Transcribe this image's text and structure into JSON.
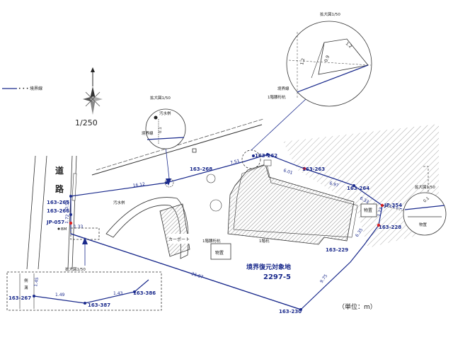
{
  "legend": {
    "label": "境界線"
  },
  "scale": {
    "value": "1/250"
  },
  "units": {
    "text": "（単位：m）"
  },
  "site": {
    "name": "境界復元対象地",
    "lot": "2297-5"
  },
  "road": {
    "line1": "道",
    "line2": "路"
  },
  "insets": {
    "top_right": {
      "title": "拡大図1/50",
      "d1": "1.2",
      "d2": "1.2",
      "d3": "0.9",
      "mark_label": "1階腰桁杭",
      "boundary": "境界線"
    },
    "mid_left": {
      "title": "拡大図1/50",
      "vent": "汚水桝",
      "dim": "0.1",
      "boundary": "境界線"
    },
    "right": {
      "title": "拡大図1/50",
      "dim": "0.1",
      "shed": "物置"
    },
    "bottom_left": {
      "title": "拡大図1/50",
      "gutter1": "側",
      "gutter2": "溝",
      "d1": "1.49",
      "d2": "1.43",
      "d3": "1.45"
    }
  },
  "labels": {
    "carport": "カーポート",
    "shed_center": "物置",
    "shed_right": "物置",
    "vent_left": "汚水桝",
    "grade_mark_left": "1階腰桁杭",
    "grade_mark_right": "1階杭",
    "bm": "BM"
  },
  "points": {
    "p262": "163-262",
    "p263": "163-263",
    "p264": "163-264",
    "p228": "163-228",
    "p229": "163-229",
    "p230": "163-230",
    "p265": "163-265",
    "p266": "163-266",
    "p268": "163-268",
    "p267": "163-267",
    "p387": "163-387",
    "p386": "163-386",
    "jp057": "JP-057",
    "jp354": "JP-354"
  },
  "dims": {
    "d1612": "16.12",
    "d751": "7.51",
    "d601": "6.01",
    "d697": "6.97",
    "d633": "6.33",
    "d2687": "26.87",
    "d635": "6.35",
    "d975": "9.75",
    "d113": "1.13",
    "d133": "1.33",
    "d172": "1.72",
    "d650": "0.50"
  }
}
